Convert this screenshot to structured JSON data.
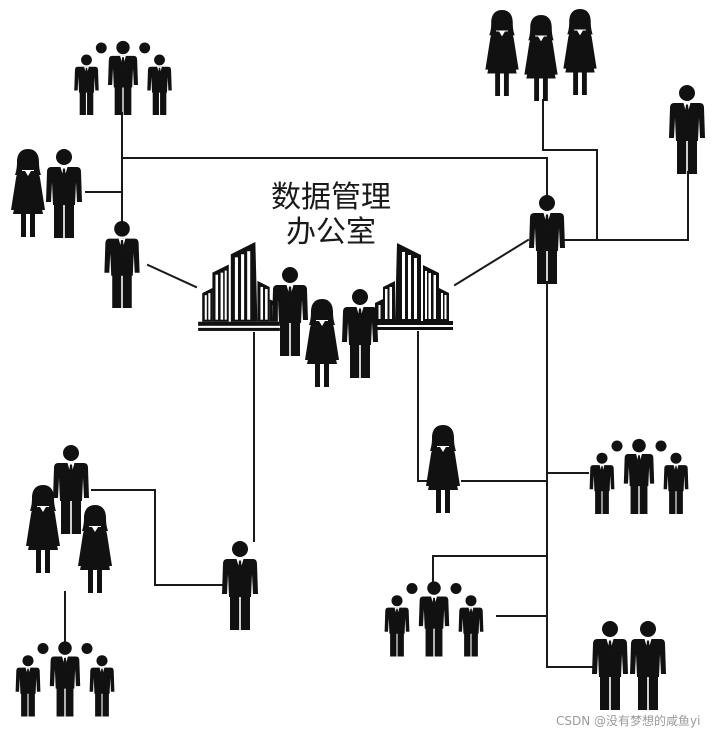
{
  "diagram": {
    "title_line1": "数据管理",
    "title_line2": "办公室",
    "watermark": "CSDN @没有梦想的咸鱼yi"
  },
  "colors": {
    "background": "#ffffff",
    "figure": "#111111",
    "line": "#1a1a1a",
    "watermark": "#9a9a9a"
  },
  "icons": {
    "man": "man-icon",
    "woman": "woman-icon",
    "group": "group-icon",
    "building": "office-building-icon"
  }
}
